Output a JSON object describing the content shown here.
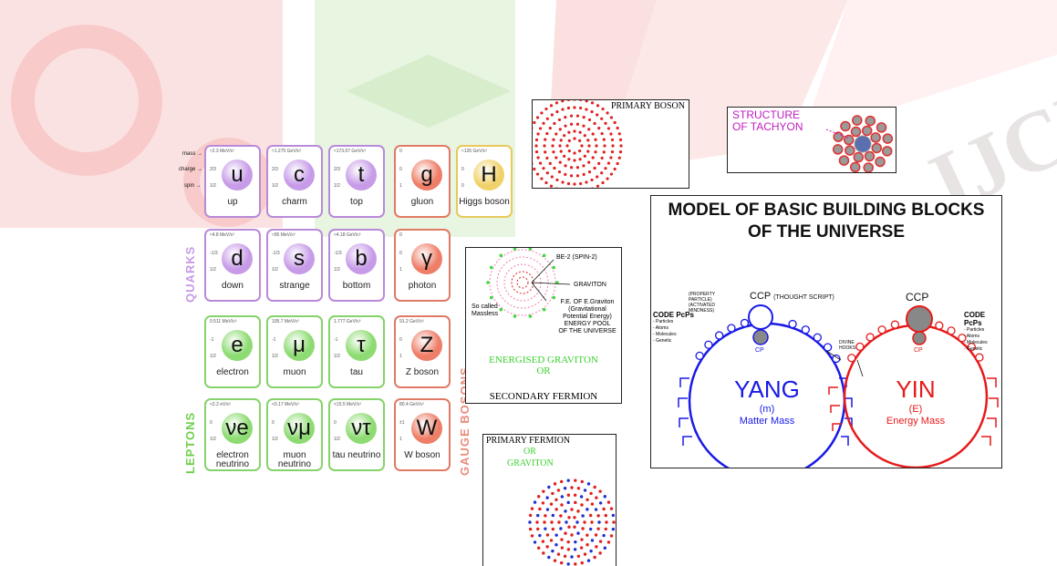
{
  "colors": {
    "quark": "#b98ad8",
    "lepton": "#86d36b",
    "boson": "#e07a66",
    "higgs": "#e8c95a"
  },
  "sm": {
    "row_labels": {
      "mass": "mass →",
      "charge": "charge →",
      "spin": "spin →"
    },
    "families": {
      "quarks": "QUARKS",
      "leptons": "LEPTONS",
      "gauge": "GAUGE BOSONS"
    },
    "cells": [
      {
        "sym": "u",
        "name": "up",
        "mass": "≈2.3 MeV/c²",
        "charge": "2/3",
        "spin": "1/2",
        "type": "quark"
      },
      {
        "sym": "c",
        "name": "charm",
        "mass": "≈1.275 GeV/c²",
        "charge": "2/3",
        "spin": "1/2",
        "type": "quark"
      },
      {
        "sym": "t",
        "name": "top",
        "mass": "≈173.07 GeV/c²",
        "charge": "2/3",
        "spin": "1/2",
        "type": "quark"
      },
      {
        "sym": "g",
        "name": "gluon",
        "mass": "0",
        "charge": "0",
        "spin": "1",
        "type": "boson"
      },
      {
        "sym": "H",
        "name": "Higgs boson",
        "mass": "≈126 GeV/c²",
        "charge": "0",
        "spin": "0",
        "type": "higgs"
      },
      {
        "sym": "d",
        "name": "down",
        "mass": "≈4.8 MeV/c²",
        "charge": "-1/3",
        "spin": "1/2",
        "type": "quark"
      },
      {
        "sym": "s",
        "name": "strange",
        "mass": "≈95 MeV/c²",
        "charge": "-1/3",
        "spin": "1/2",
        "type": "quark"
      },
      {
        "sym": "b",
        "name": "bottom",
        "mass": "≈4.18 GeV/c²",
        "charge": "-1/3",
        "spin": "1/2",
        "type": "quark"
      },
      {
        "sym": "γ",
        "name": "photon",
        "mass": "0",
        "charge": "0",
        "spin": "1",
        "type": "boson"
      },
      {
        "sym": "e",
        "name": "electron",
        "mass": "0.511 MeV/c²",
        "charge": "-1",
        "spin": "1/2",
        "type": "lepton"
      },
      {
        "sym": "μ",
        "name": "muon",
        "mass": "105.7 MeV/c²",
        "charge": "-1",
        "spin": "1/2",
        "type": "lepton"
      },
      {
        "sym": "τ",
        "name": "tau",
        "mass": "1.777 GeV/c²",
        "charge": "-1",
        "spin": "1/2",
        "type": "lepton"
      },
      {
        "sym": "Z",
        "name": "Z boson",
        "mass": "91.2 GeV/c²",
        "charge": "0",
        "spin": "1",
        "type": "boson"
      },
      {
        "sym": "νe",
        "name": "electron neutrino",
        "mass": "<2.2 eV/c²",
        "charge": "0",
        "spin": "1/2",
        "type": "lepton"
      },
      {
        "sym": "νμ",
        "name": "muon neutrino",
        "mass": "<0.17 MeV/c²",
        "charge": "0",
        "spin": "1/2",
        "type": "lepton"
      },
      {
        "sym": "ντ",
        "name": "tau neutrino",
        "mass": "<15.5 MeV/c²",
        "charge": "0",
        "spin": "1/2",
        "type": "lepton"
      },
      {
        "sym": "W",
        "name": "W boson",
        "mass": "80.4 GeV/c²",
        "charge": "±1",
        "spin": "1",
        "type": "boson"
      }
    ]
  },
  "primary_boson": {
    "label": "PRIMARY BOSON"
  },
  "tachyon": {
    "label1": "STRUCTURE",
    "label2": "OF TACHYON"
  },
  "graviton_box": {
    "be2": "BE-2 (SPIN-2)",
    "graviton": "GRAVITON",
    "fe_lines": [
      "F.E. OF E.Graviton",
      "(Gravitational",
      "Potential Energy)",
      "ENERGY POOL",
      "OF THE UNIVERSE"
    ],
    "massless": [
      "So called",
      "Massless"
    ],
    "energised1": "ENERGISED GRAVITON",
    "energised2": "OR",
    "secondary": "SECONDARY FERMION"
  },
  "primary_fermion": {
    "line1": "PRIMARY FERMION",
    "line2": "OR",
    "line3": "GRAVITON"
  },
  "model": {
    "title1": "MODEL OF BASIC BUILDING BLOCKS",
    "title2": "OF THE UNIVERSE",
    "ccp_left": "CCP",
    "ccp_left_note": "(THOUGHT SCRIPT)",
    "ccp_right": "CCP",
    "cp": "CP",
    "property": [
      "(PROPERTY",
      "PARTICLE)",
      "(ACTIVATED",
      "MINDNESS)"
    ],
    "code_left": "CODE PcPs",
    "code_left_items": [
      "- Particles",
      "- Atoms",
      "- Molecules",
      "- Genetic"
    ],
    "code_right": "CODE PcPs",
    "code_right_items": [
      "- Particles",
      "- Atoms",
      "- Molecules",
      "- Genetic"
    ],
    "divine": [
      "DIVINE",
      "HOOKS"
    ],
    "yang": "YANG",
    "yang_sub": "(m)",
    "yang_mass": "Matter Mass",
    "yin": "YIN",
    "yin_sub": "(E)",
    "yin_mass": "Energy Mass"
  },
  "watermark": {
    "text": "IJCRT"
  }
}
